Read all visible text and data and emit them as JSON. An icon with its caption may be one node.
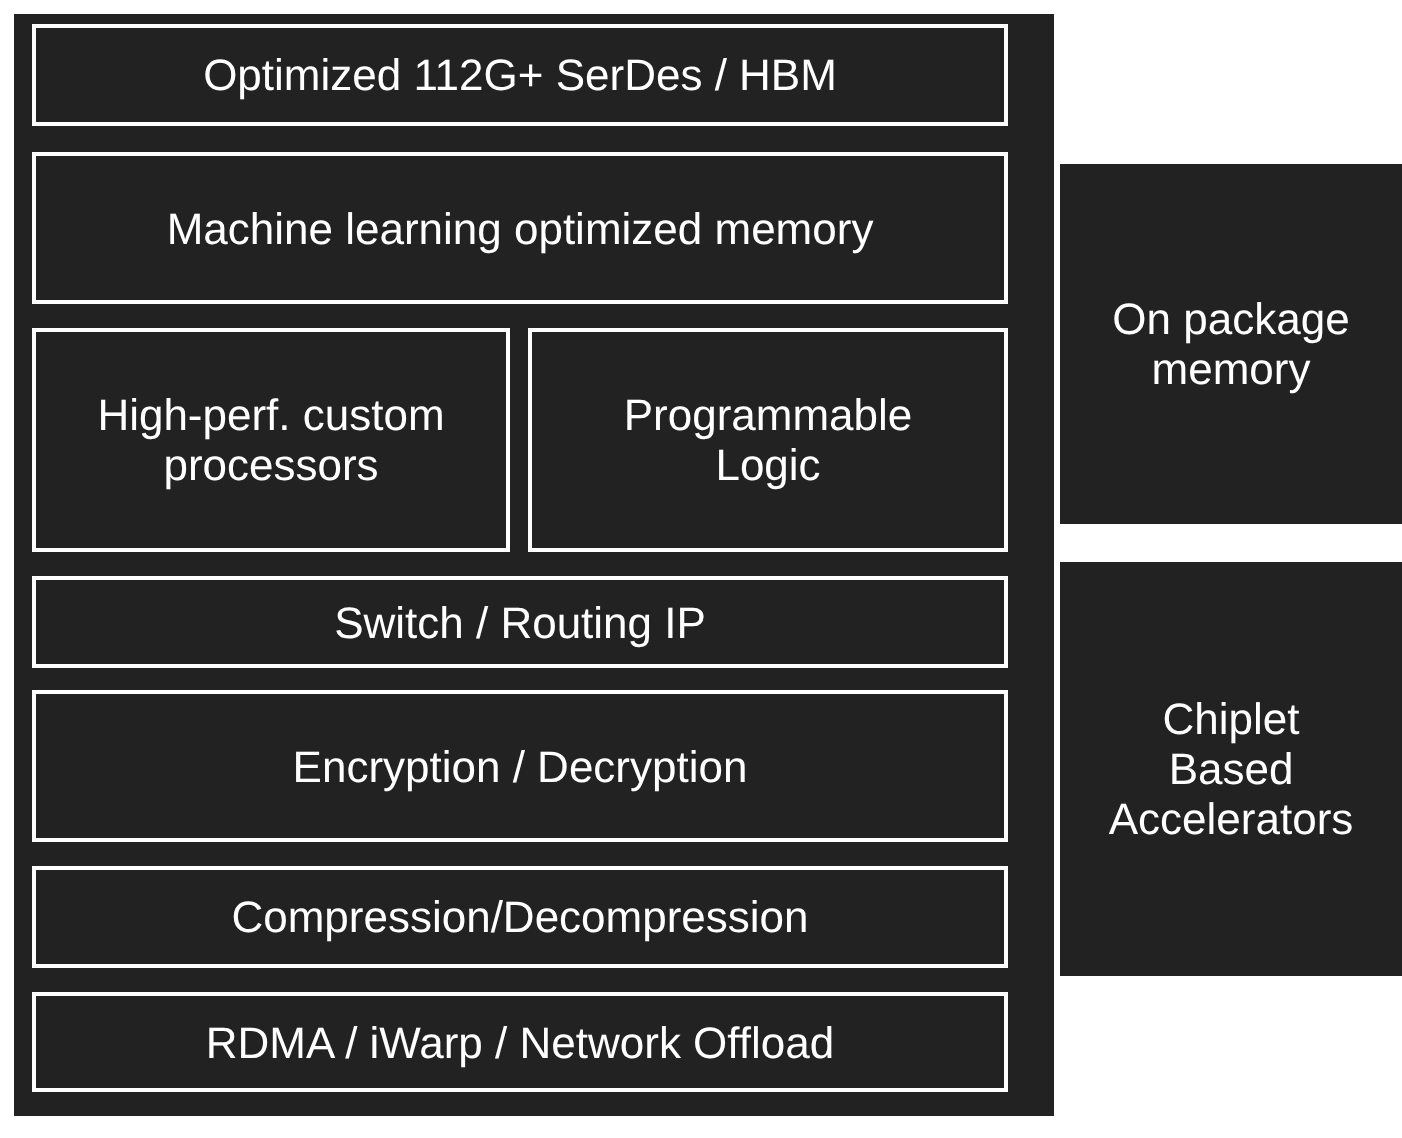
{
  "diagram": {
    "nodes": [
      {
        "text": [],
        "shape": "box"
      },
      {
        "text": [
          "Optimized 112G+ SerDes / HBM"
        ],
        "in": 0
      },
      {
        "text": [
          "Machine learning optimized memory"
        ],
        "in": 0
      },
      {
        "text": [
          "High-perf. custom processors"
        ],
        "in": 0
      },
      {
        "text": [
          "Programmable Logic"
        ],
        "in": 0
      },
      {
        "text": [
          "Switch / Routing IP"
        ],
        "in": 0
      },
      {
        "text": [
          "Encryption / Decryption"
        ],
        "in": 0
      },
      {
        "text": [
          "Compression/Decompression"
        ],
        "in": 0
      },
      {
        "text": [
          "RDMA / iWarp / Network Offload"
        ],
        "in": 0
      },
      {
        "text": [
          "On package memory"
        ]
      },
      {
        "text": [
          "Chiplet Based Accelerators"
        ]
      }
    ]
  }
}
